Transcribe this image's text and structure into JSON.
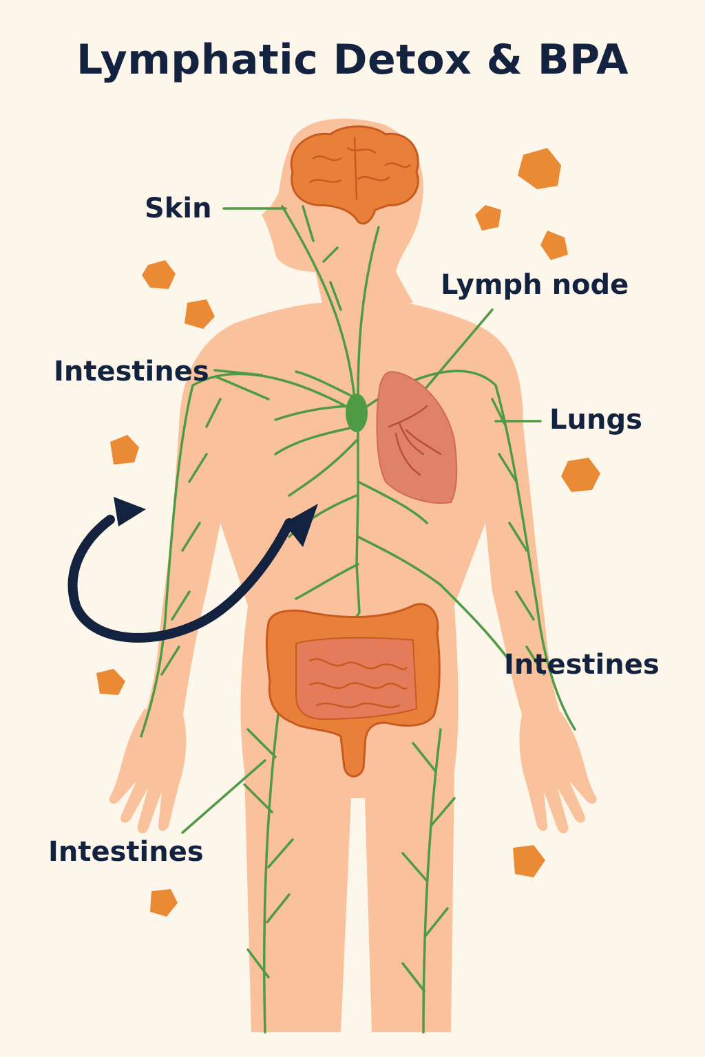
{
  "title": "Lymphatic Detox & BPA",
  "labels": {
    "skin": "Skin",
    "lymph_node": "Lymph node",
    "intestines_upper_left": "Intestines",
    "lungs": "Lungs",
    "intestines_right": "Intestines",
    "intestines_lower_left": "Intestines"
  },
  "colors": {
    "background": "#fdf6ea",
    "body": "#f9c29c",
    "lymph_vessels": "#4f9a45",
    "organs": "#e8803a",
    "lung": "#e0826a",
    "bpa_particles": "#ea8a35",
    "arrow": "#13233f",
    "text": "#13233f"
  },
  "icons": {
    "particle": "bpa-particle-icon",
    "flow_arrow": "curved-arrow-icon"
  }
}
